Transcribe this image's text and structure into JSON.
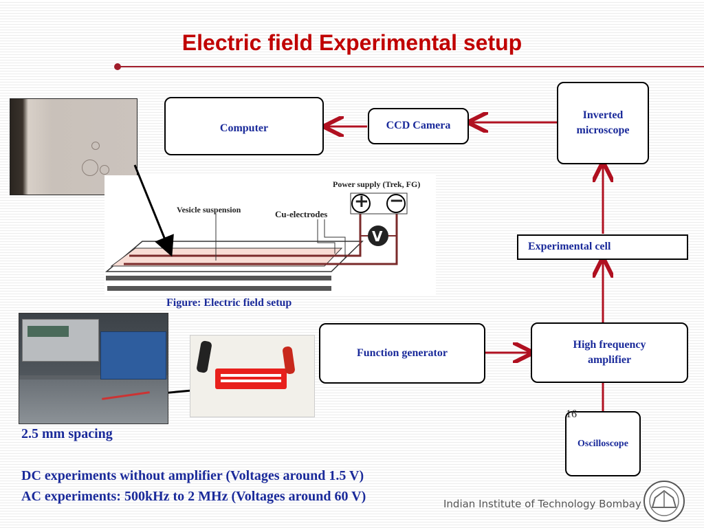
{
  "slide": {
    "title": "Electric field Experimental setup",
    "page_number": "16"
  },
  "flow": {
    "computer": "Computer",
    "ccd_camera": "CCD Camera",
    "inverted_microscope": "Inverted microscope",
    "experimental_cell": "Experimental cell",
    "function_generator": "Function generator",
    "hf_amplifier": "High  frequency amplifier",
    "oscilloscope": "Oscilloscope"
  },
  "setup_figure": {
    "power_supply_label": "Power supply (Trek, FG)",
    "vesicle_label": "Vesicle suspension",
    "electrodes_label": "Cu-electrodes",
    "voltmeter_symbol": "V",
    "plus_symbol": "+",
    "minus_symbol": "−",
    "caption": "Figure: Electric field setup"
  },
  "notes": {
    "spacing": "2.5 mm spacing",
    "dc_line": "DC experiments without amplifier (Voltages around 1.5 V)",
    "ac_line": "AC experiments: 500kHz to 2 MHz (Voltages around 60 V)"
  },
  "footer": {
    "institute": "Indian Institute of Technology Bombay"
  },
  "colors": {
    "title": "#c00000",
    "text_blue": "#1a2a9a",
    "arrow": "#b01020",
    "wire": "#7a2a2a"
  }
}
